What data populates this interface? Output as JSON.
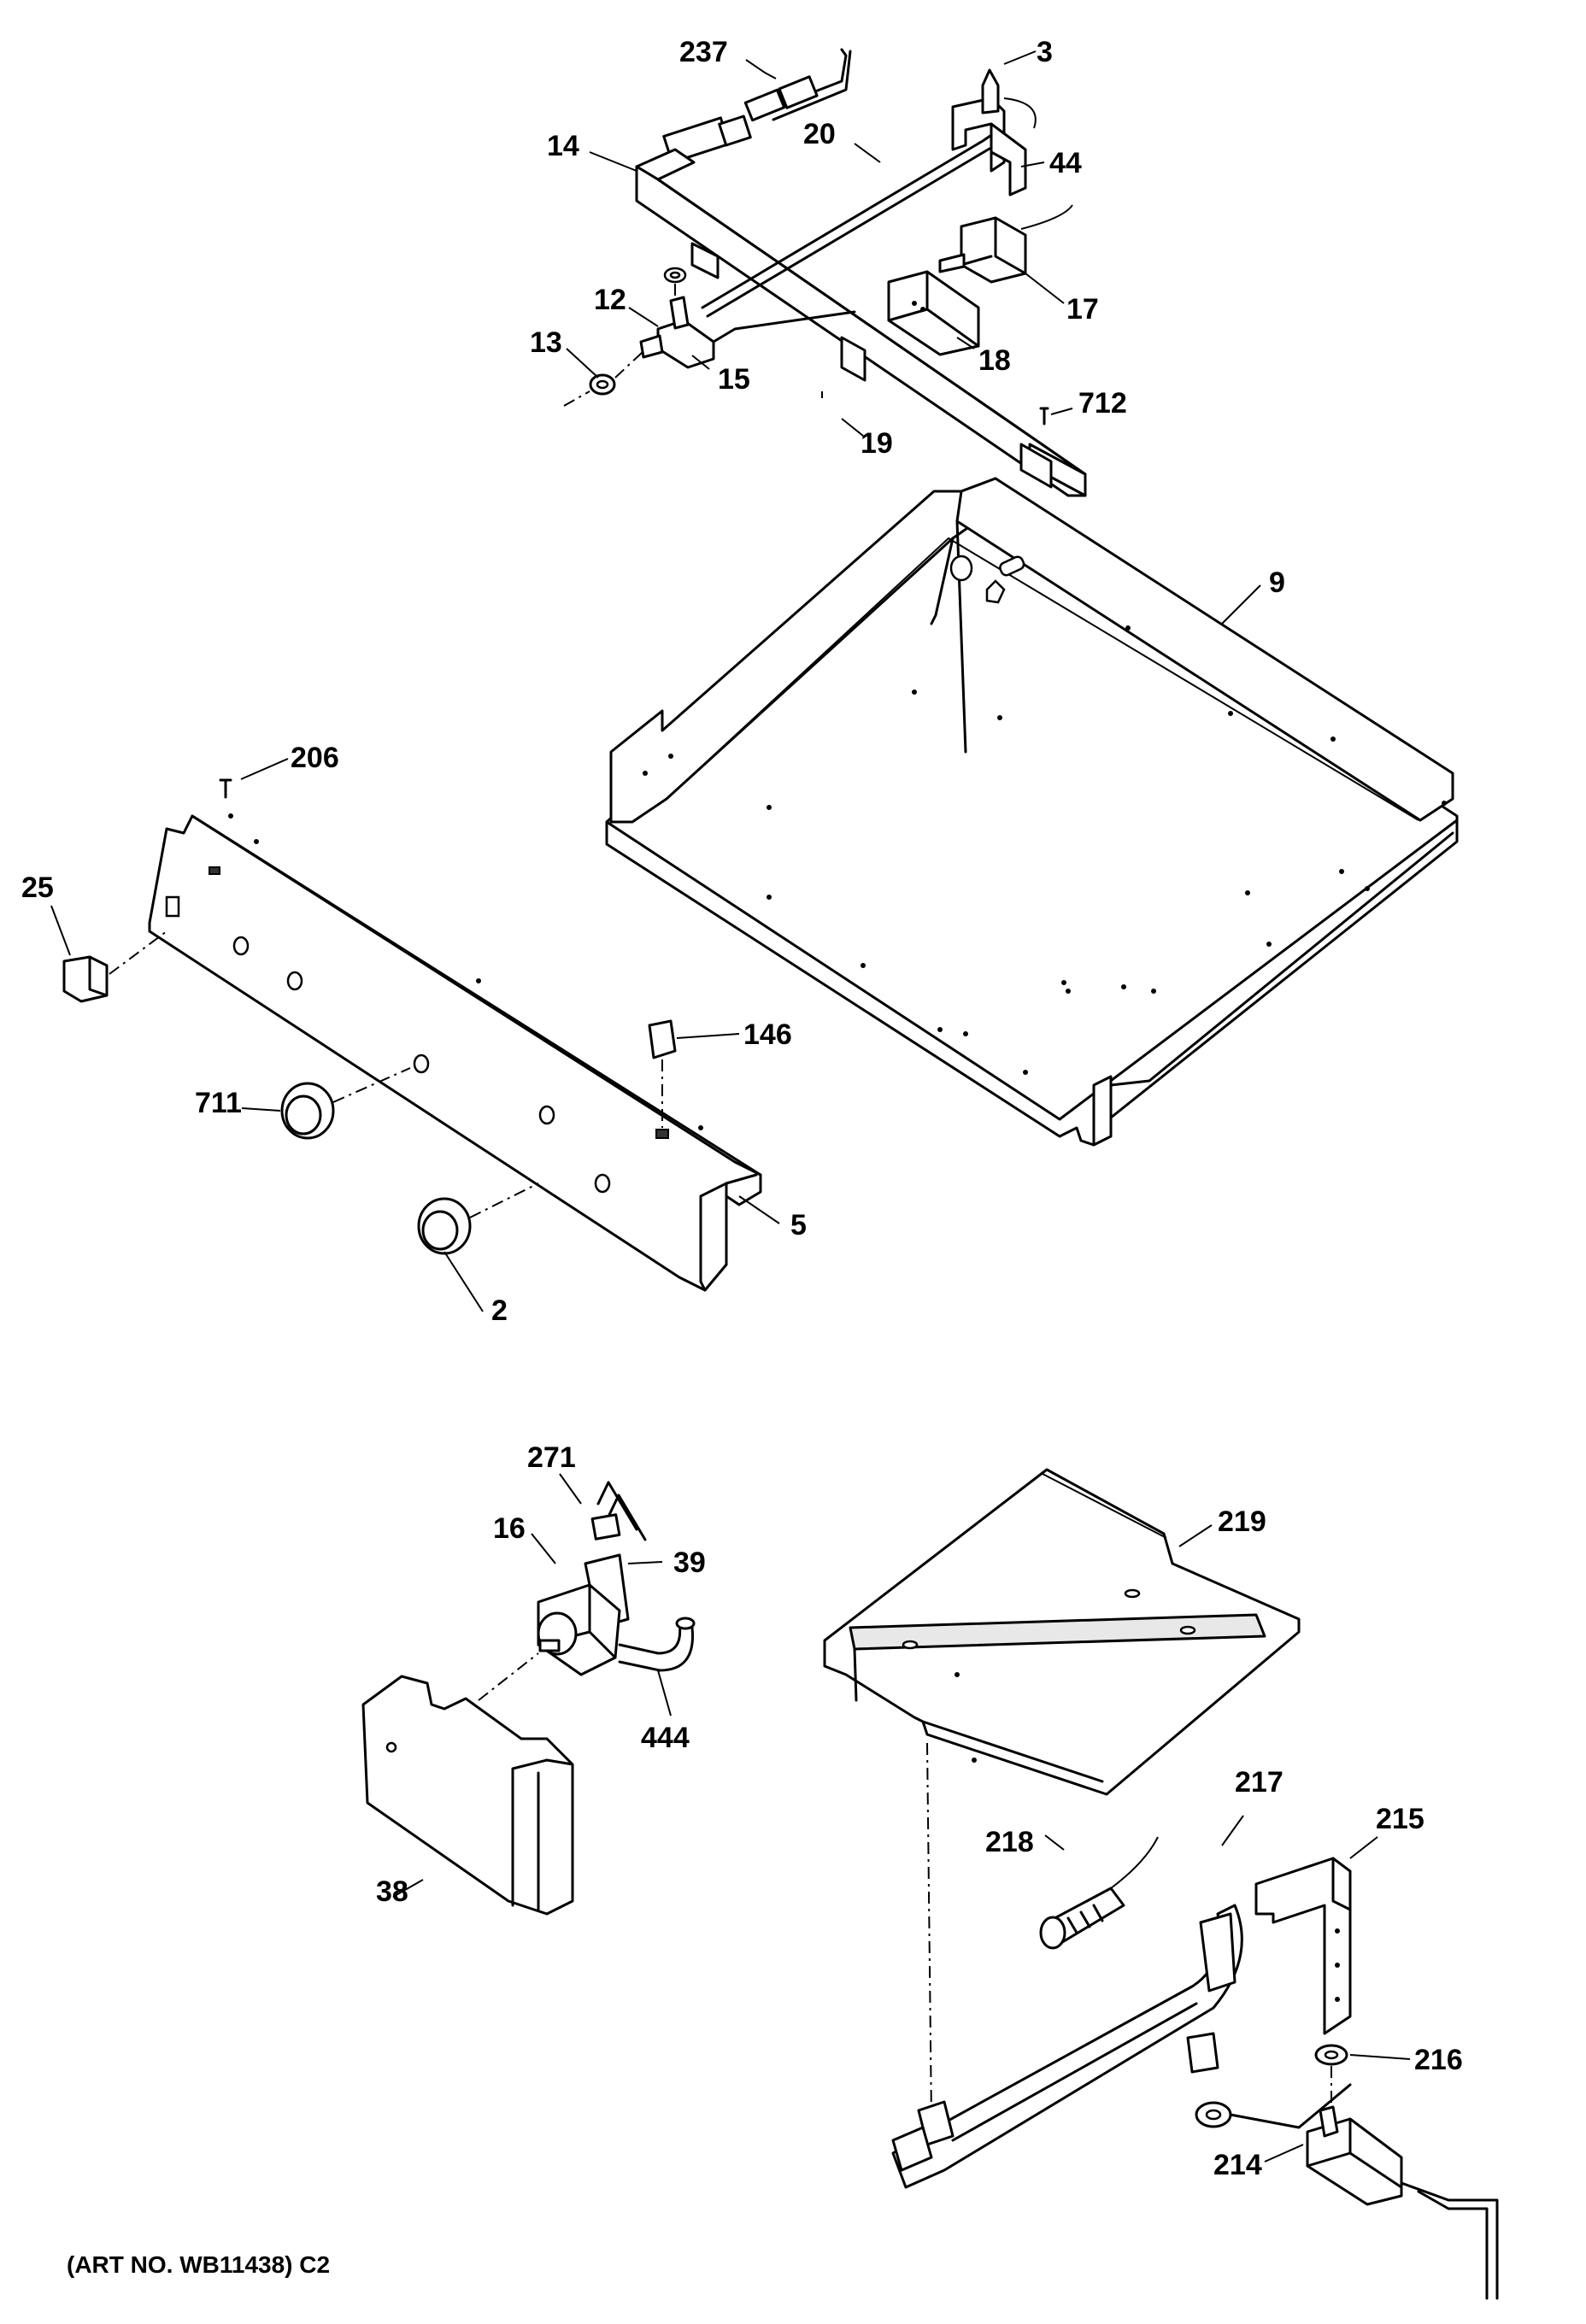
{
  "diagram": {
    "caption": "(ART NO. WB11438) C2",
    "callouts": [
      {
        "id": "237",
        "label": "237"
      },
      {
        "id": "3",
        "label": "3"
      },
      {
        "id": "14",
        "label": "14"
      },
      {
        "id": "20",
        "label": "20"
      },
      {
        "id": "44",
        "label": "44"
      },
      {
        "id": "17",
        "label": "17"
      },
      {
        "id": "12",
        "label": "12"
      },
      {
        "id": "13",
        "label": "13"
      },
      {
        "id": "15",
        "label": "15"
      },
      {
        "id": "18",
        "label": "18"
      },
      {
        "id": "712",
        "label": "712"
      },
      {
        "id": "19",
        "label": "19"
      },
      {
        "id": "9",
        "label": "9"
      },
      {
        "id": "206",
        "label": "206"
      },
      {
        "id": "25",
        "label": "25"
      },
      {
        "id": "146",
        "label": "146"
      },
      {
        "id": "711",
        "label": "711"
      },
      {
        "id": "5",
        "label": "5"
      },
      {
        "id": "2",
        "label": "2"
      },
      {
        "id": "271",
        "label": "271"
      },
      {
        "id": "16",
        "label": "16"
      },
      {
        "id": "39",
        "label": "39"
      },
      {
        "id": "444",
        "label": "444"
      },
      {
        "id": "38",
        "label": "38"
      },
      {
        "id": "219",
        "label": "219"
      },
      {
        "id": "217",
        "label": "217"
      },
      {
        "id": "218",
        "label": "218"
      },
      {
        "id": "215",
        "label": "215"
      },
      {
        "id": "216",
        "label": "216"
      },
      {
        "id": "214",
        "label": "214"
      }
    ]
  }
}
